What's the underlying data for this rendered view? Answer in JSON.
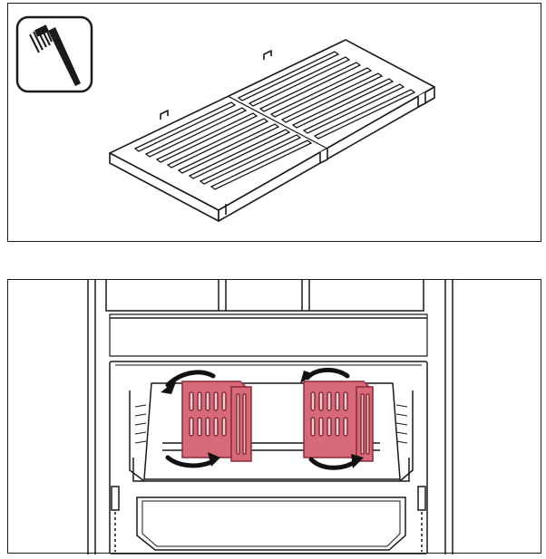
{
  "figure": {
    "panels": [
      {
        "id": "top",
        "content": "grate-with-brush-icon"
      },
      {
        "id": "bottom",
        "content": "oven-with-flip-rotation"
      }
    ],
    "icons": [
      "brush-icon",
      "rotate-arrow-icon"
    ],
    "colors": {
      "line": "#1a1a1a",
      "highlight_fill": "#d66a78",
      "highlight_stroke": "#8b2a38",
      "arrow": "#111111",
      "background": "#ffffff"
    }
  }
}
